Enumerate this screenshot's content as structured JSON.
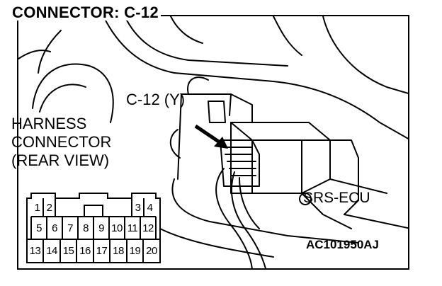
{
  "title": "CONNECTOR: C-12",
  "harness_label": {
    "line1": "HARNESS",
    "line2": "CONNECTOR",
    "line3": "(REAR VIEW)"
  },
  "callout_connector": "C-12 (Y)",
  "ecu_label": "SRS-ECU",
  "figure_code": "AC101950AJ",
  "connector_pins": {
    "row1_left": [
      "1",
      "2"
    ],
    "row1_right": [
      "3",
      "4"
    ],
    "row2": [
      "5",
      "6",
      "7",
      "8",
      "9",
      "10",
      "11",
      "12"
    ],
    "row3": [
      "13",
      "14",
      "15",
      "16",
      "17",
      "18",
      "19",
      "20"
    ]
  }
}
